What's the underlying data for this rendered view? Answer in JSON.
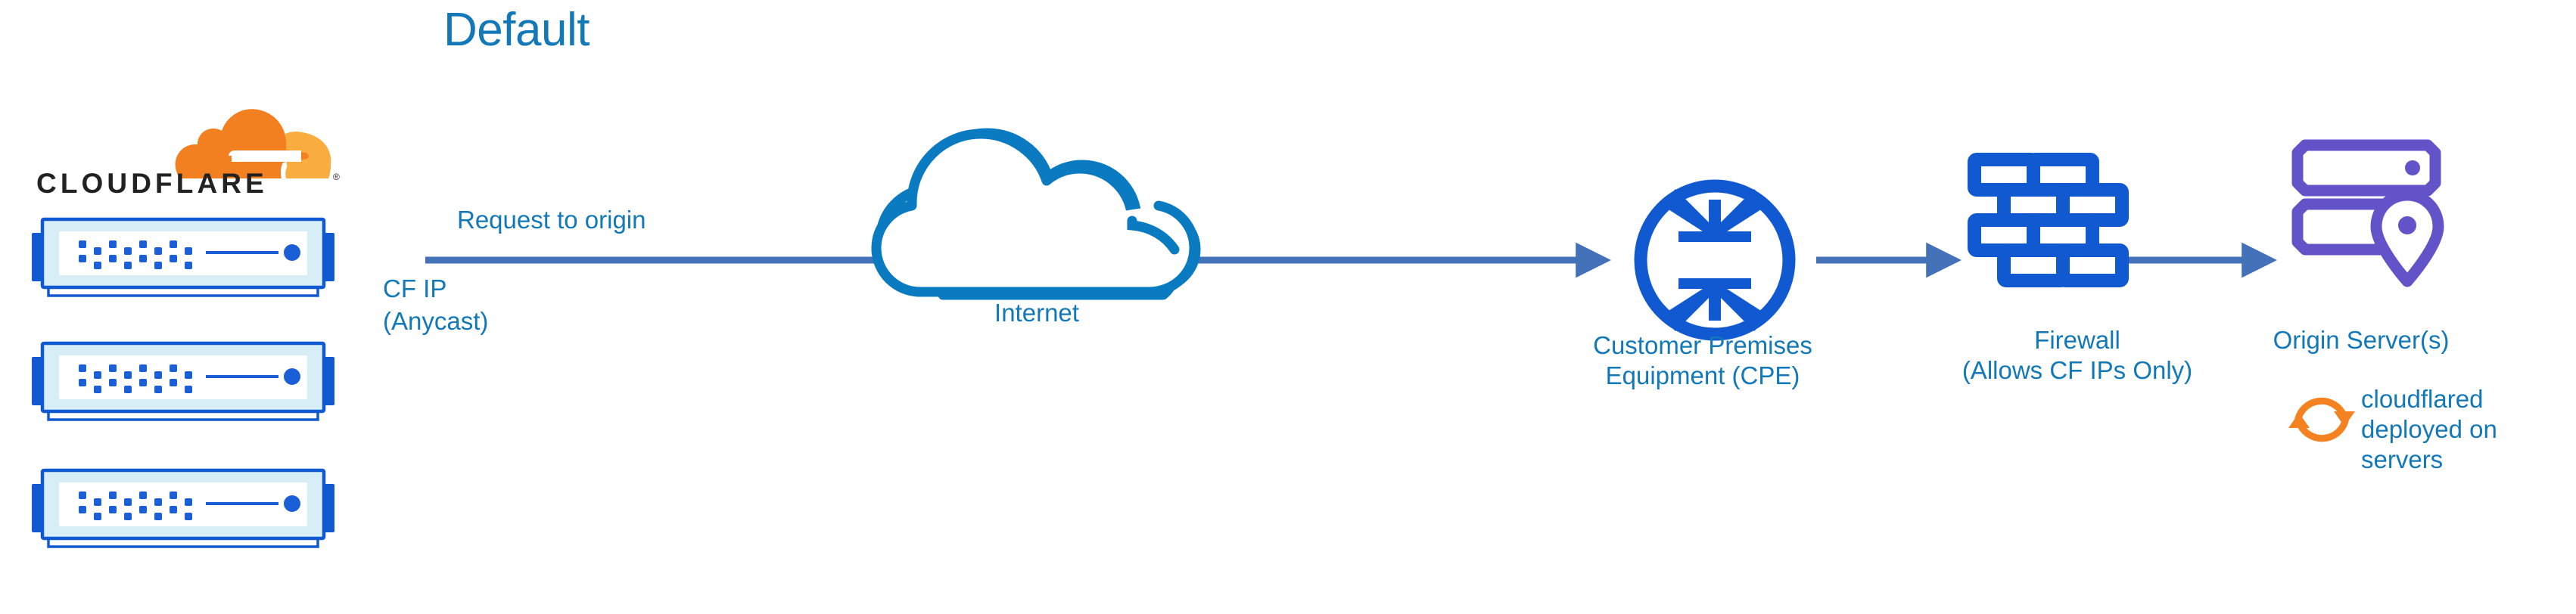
{
  "diagram": {
    "title": "Default",
    "type": "network-architecture-flow"
  },
  "colors": {
    "title_blue": "#1278B8",
    "label_blue": "#1278B8",
    "arrow_blue": "#4472B8",
    "cloud_outline_blue": "#0B7BC1",
    "icon_bright_blue": "#1059D1",
    "server_purple": "#6254C8",
    "cloudflare_orange_dark": "#F38020",
    "cloudflare_orange_light": "#FAAD3F",
    "server_fill_light": "#D7EEF7",
    "wordmark_black": "#222222"
  },
  "brand": {
    "logo_name": "cloudflare-logo",
    "wordmark": "CLOUDFLARE",
    "registered_mark": "®"
  },
  "nodes": [
    {
      "id": "cloudflare-edge",
      "icon": "server-stack-icon",
      "unit_count": 3,
      "label": "CF IP\n(Anycast)"
    },
    {
      "id": "internet",
      "icon": "cloud-icon",
      "label": "Internet"
    },
    {
      "id": "cpe",
      "icon": "router-icon",
      "label": "Customer Premises\nEquipment (CPE)"
    },
    {
      "id": "firewall",
      "icon": "brick-wall-icon",
      "label": "Firewall\n(Allows CF IPs Only)"
    },
    {
      "id": "origin-server",
      "icon": "server-location-pin-icon",
      "label": "Origin Server(s)"
    }
  ],
  "edges": [
    {
      "id": "edge-request-to-origin",
      "from": "cloudflare-edge",
      "to": "cpe",
      "label": "Request to origin",
      "passes_through": "internet"
    },
    {
      "id": "edge-cpe-to-firewall",
      "from": "cpe",
      "to": "firewall",
      "label": ""
    },
    {
      "id": "edge-firewall-to-origin",
      "from": "firewall",
      "to": "origin-server",
      "label": ""
    }
  ],
  "annotations": [
    {
      "id": "cloudflared-note",
      "icon": "sync-arrows-icon",
      "text": "cloudflared\ndeployed on\nservers",
      "attached_to": "origin-server"
    }
  ]
}
